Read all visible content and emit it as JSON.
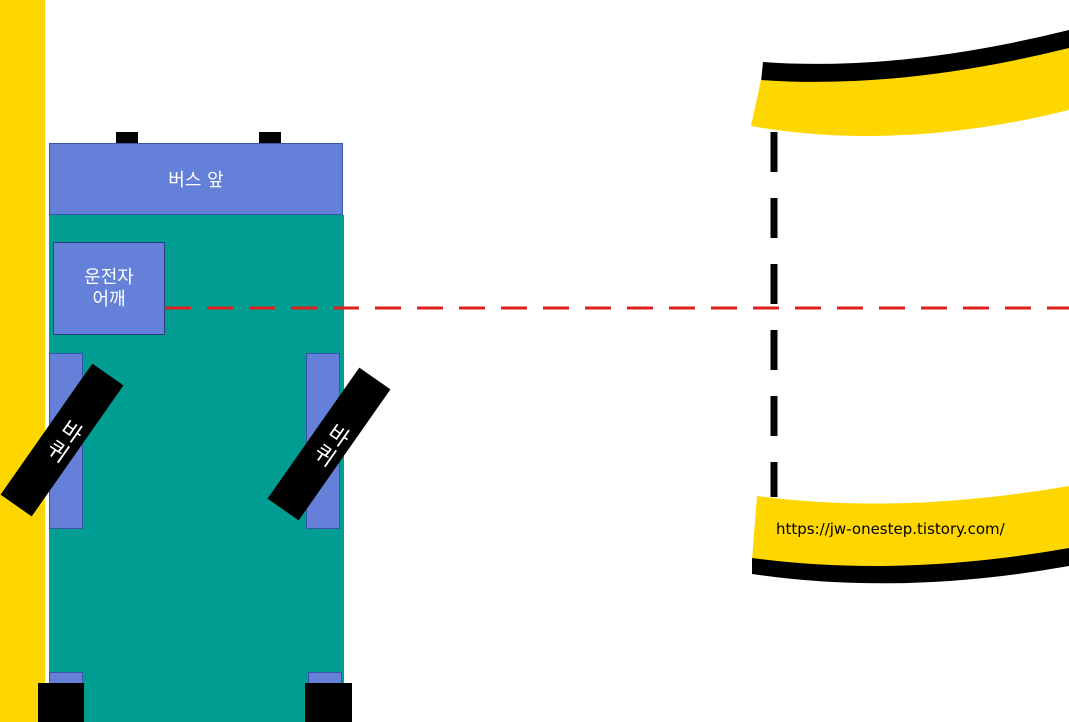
{
  "labels": {
    "bus_front": "버스 앞",
    "driver_line1": "운전자",
    "driver_line2": "어깨",
    "wheel_left": "바퀴",
    "wheel_right": "바퀴",
    "watermark": "https://jw-onestep.tistory.com/"
  },
  "colors": {
    "curb_yellow": "#FFD700",
    "bus_body": "#009E92",
    "bus_panel_blue": "#6480D8",
    "wheel_black": "#000000",
    "sightline_red": "#E0201C",
    "lane_line_black": "#000000",
    "background": "#FFFFFF"
  }
}
